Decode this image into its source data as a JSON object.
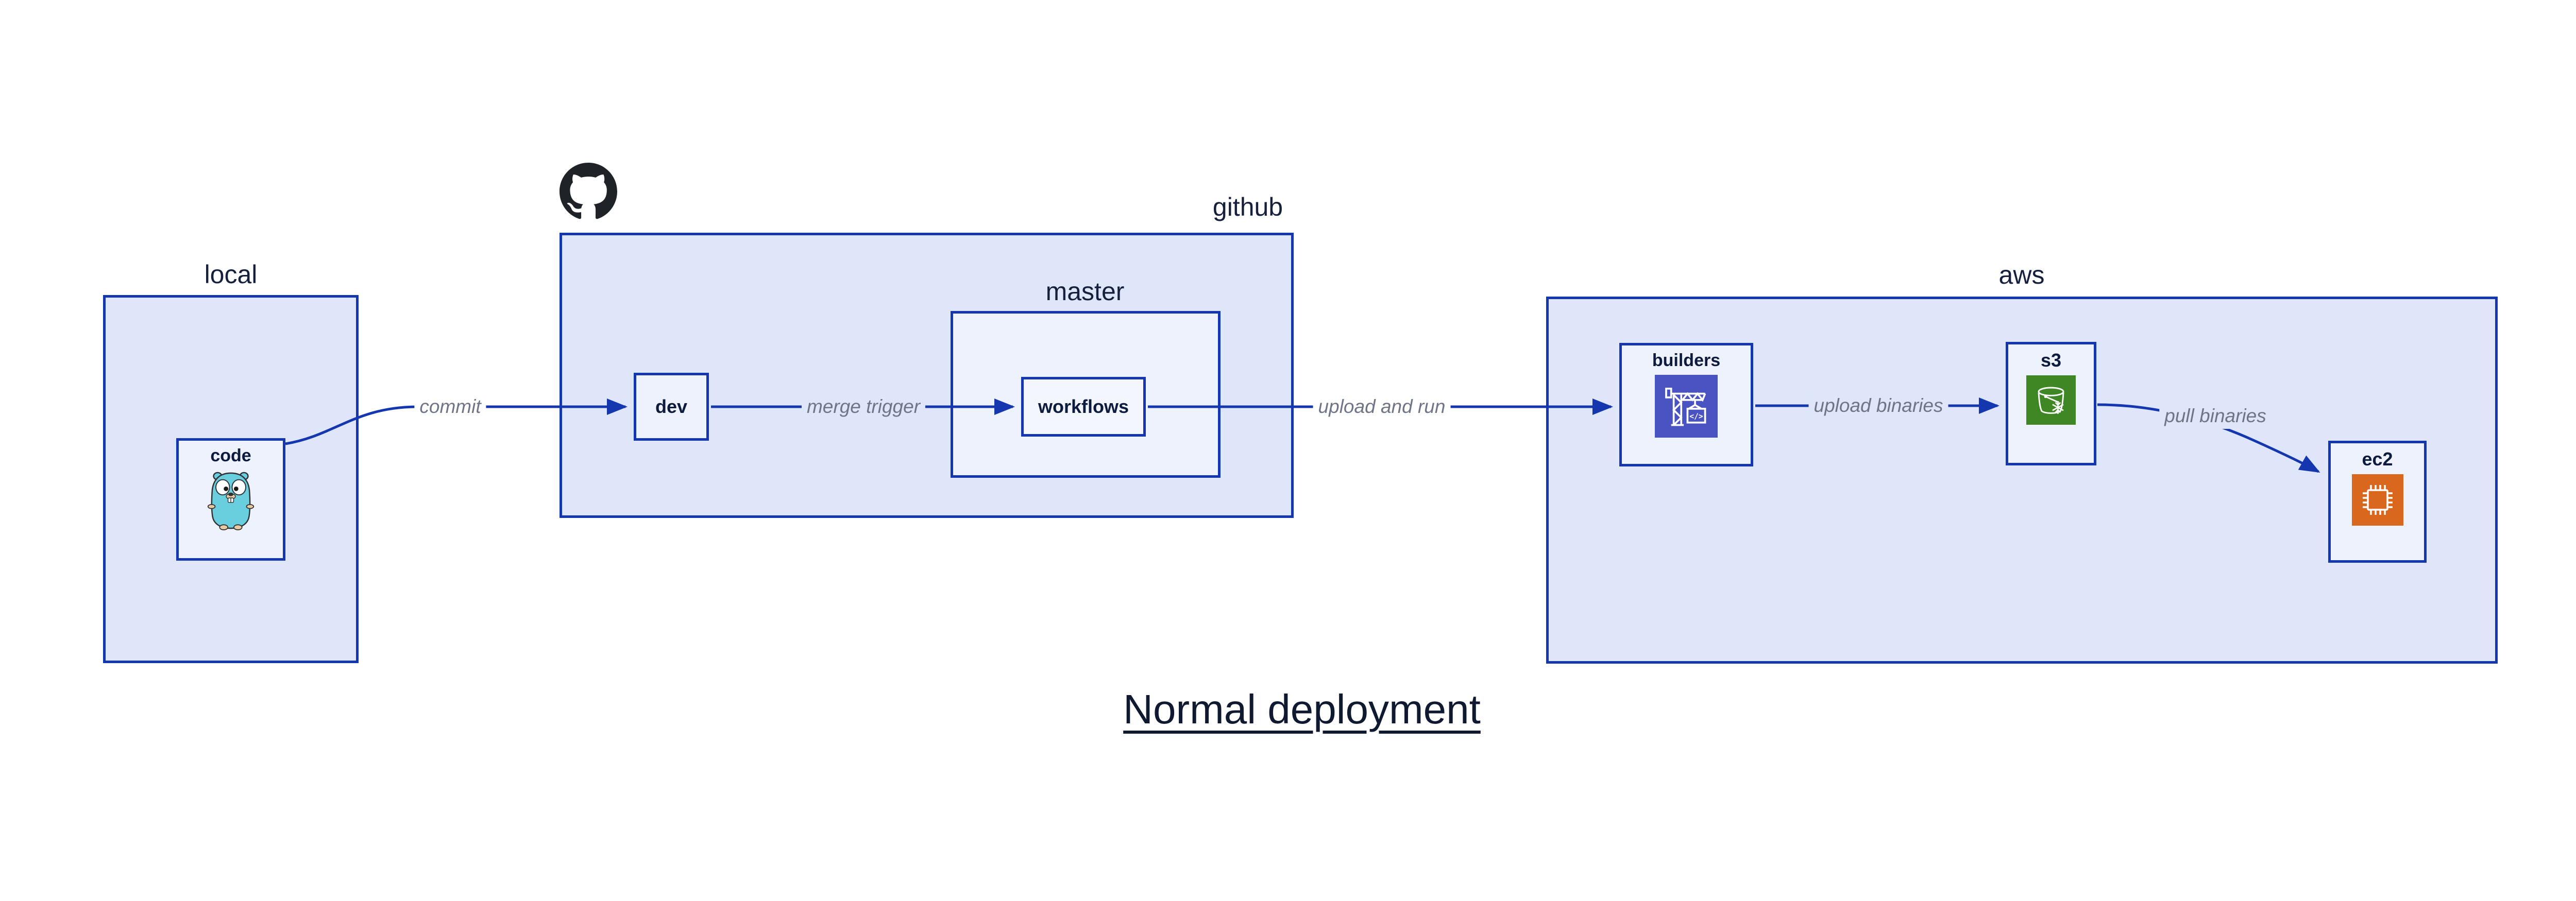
{
  "diagram": {
    "title": "Normal deployment",
    "groups": {
      "local": {
        "label": "local"
      },
      "github": {
        "label": "github"
      },
      "master": {
        "label": "master"
      },
      "aws": {
        "label": "aws"
      }
    },
    "nodes": {
      "code": {
        "label": "code",
        "icon": "go-gopher"
      },
      "dev": {
        "label": "dev"
      },
      "workflows": {
        "label": "workflows"
      },
      "builders": {
        "label": "builders",
        "icon": "aws-codebuild-crane",
        "icon_text": "</>"
      },
      "s3": {
        "label": "s3",
        "icon": "aws-s3-glacier-bucket-snowflake"
      },
      "ec2": {
        "label": "ec2",
        "icon": "aws-ec2-chip"
      }
    },
    "edges": {
      "commit": {
        "label": "commit",
        "from": "code",
        "to": "dev"
      },
      "merge_trigger": {
        "label": "merge trigger",
        "from": "dev",
        "to": "workflows"
      },
      "upload_and_run": {
        "label": "upload and run",
        "from": "workflows",
        "to": "builders"
      },
      "upload_binaries": {
        "label": "upload binaries",
        "from": "builders",
        "to": "s3"
      },
      "pull_binaries": {
        "label": "pull binaries",
        "from": "s3",
        "to": "ec2"
      }
    },
    "icons": {
      "github_logo": "github-octocat"
    },
    "colors": {
      "border_blue": "#1437b0",
      "edge_blue": "#1437b0",
      "group_fill": "#dfe6f9",
      "node_fill": "#eef2fc",
      "edge_label_gray": "#6f7486",
      "text_dark_navy": "#0d1b3e",
      "github_black": "#1f2328",
      "gopher_teal": "#69cfdf",
      "codebuild_indigo": "#4a53c2",
      "s3_glacier_green": "#3f8624",
      "ec2_orange": "#d9671e"
    }
  }
}
